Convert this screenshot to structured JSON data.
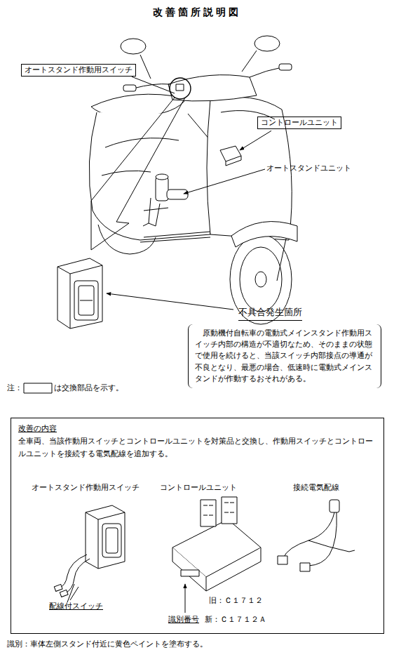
{
  "diagram": {
    "title": "改善箇所説明図",
    "nodes": [
      {
        "text": [
          "オートスタンド作動用スイッチ"
        ]
      },
      {
        "text": [
          "コントロールユニット"
        ]
      },
      {
        "text": [
          "不具合発生箇所",
          "原動機付自転車の電動式メインスタンド作動用スイッチ内部の構造が不適切なため、そのままの状態で使用を続けると、当該スイッチ内部接点の導通が不良となり、最悪の場合、低速時に電動式メインスタンドが作動するおそれがある。"
        ]
      },
      {
        "text": [
          "改善の内容",
          "全車両、当該作動用スイッチとコントロールユニットを対策品と交換し、作動用スイッチとコントロールユニットを接続する電気配線を追加する。"
        ]
      }
    ],
    "labels": [
      "オートスタンドユニット",
      "注：",
      "は交換部品を示す。",
      "オートスタンド作動用スイッチ",
      "コントロールユニット",
      "接続電気配線",
      "配線付スイッチ",
      "旧：Ｃ１７１２",
      "識別番号",
      "新：Ｃ１７１２Ａ",
      "識別：車体左側スタンド付近に黄色ペイントを塗布する。"
    ]
  }
}
